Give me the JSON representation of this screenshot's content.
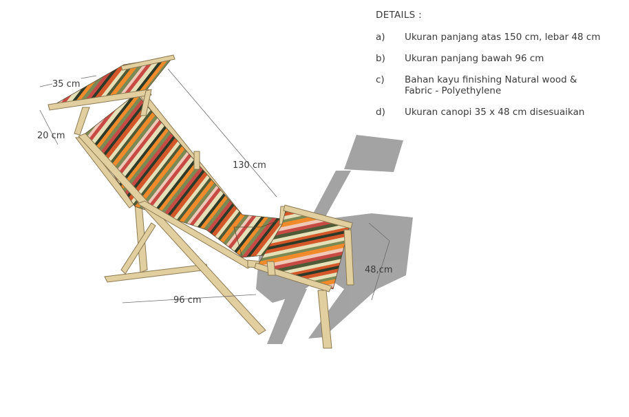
{
  "details": {
    "title": "DETAILS :",
    "items": [
      {
        "letter": "a)",
        "text": "Ukuran panjang atas 150 cm, lebar 48 cm"
      },
      {
        "letter": "b)",
        "text": "Ukuran panjang bawah 96 cm"
      },
      {
        "letter": "c)",
        "text": "Bahan kayu finishing Natural wood &\nFabric - Polyethylene"
      },
      {
        "letter": "d)",
        "text": "Ukuran canopi 35 x 48 cm disesuaikan"
      }
    ]
  },
  "dimensions": {
    "canopy_depth": "35 cm",
    "canopy_height": "20 cm",
    "backrest_length": "130 cm",
    "base_length": "96 cm",
    "width": "48,cm"
  },
  "colors": {
    "wood": "#e2cfa0",
    "wood_edge": "#8a7850",
    "shadow": "#9a9a9a",
    "fabric_stripes": [
      "#2e3a28",
      "#d4572a",
      "#e6e0b8",
      "#f08a2a",
      "#7b8a55",
      "#c84a44",
      "#f0c8b8",
      "#4d5a35"
    ]
  }
}
